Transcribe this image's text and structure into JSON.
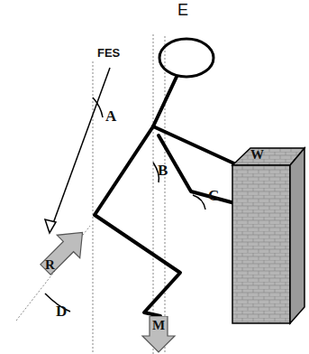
{
  "diagram": {
    "nodes": [
      {
        "text": [
          "W"
        ]
      },
      {
        "text": [
          "R"
        ]
      },
      {
        "text": [
          "M"
        ]
      }
    ],
    "labels": [
      "E",
      "FES",
      "A",
      "B",
      "C",
      "D"
    ]
  }
}
